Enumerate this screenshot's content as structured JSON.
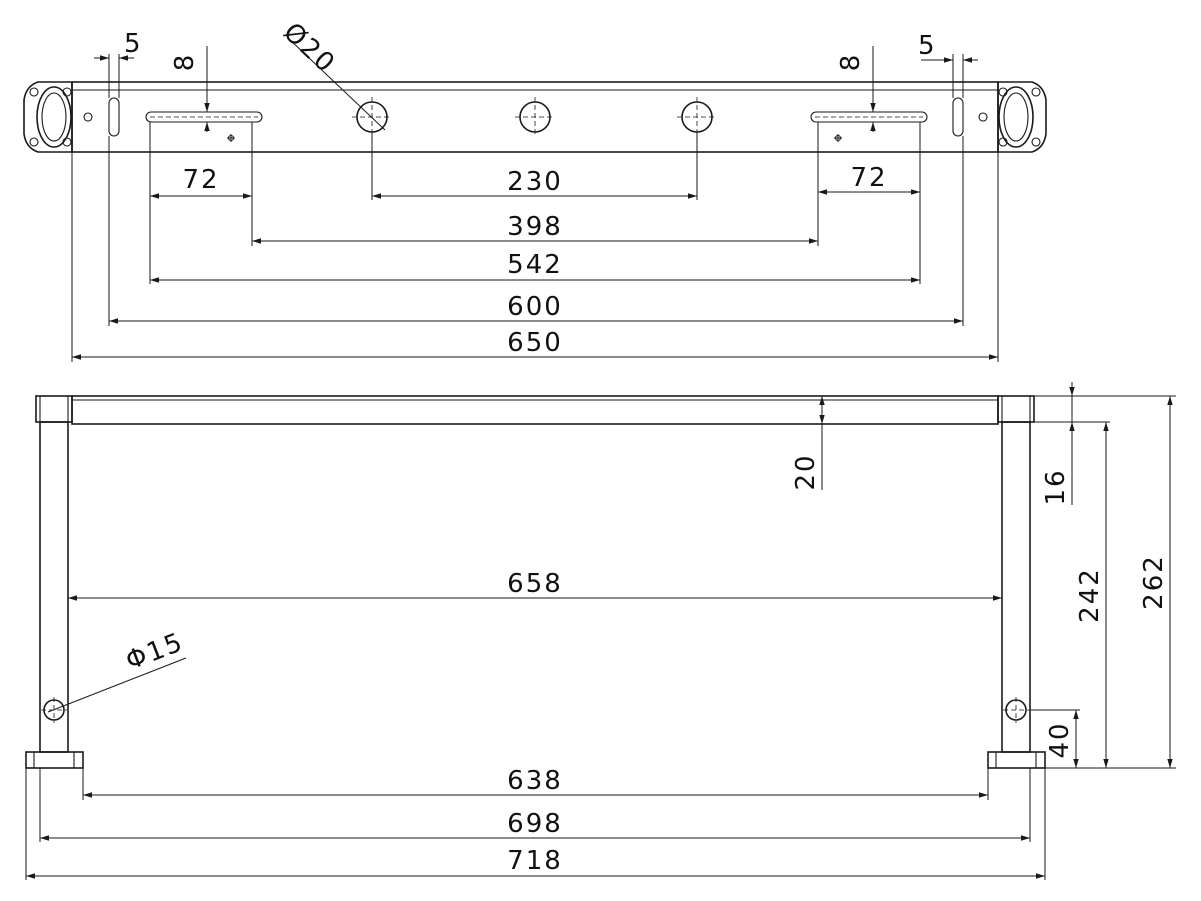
{
  "top_view": {
    "dim_5_left": "5",
    "dim_8_left": "8",
    "dim_dia20": "Ø20",
    "dim_8_right": "8",
    "dim_5_right": "5",
    "dim_72_left": "72",
    "dim_230": "230",
    "dim_72_right": "72",
    "dim_398": "398",
    "dim_542": "542",
    "dim_600": "600",
    "dim_650": "650"
  },
  "front_view": {
    "dim_20": "20",
    "dim_16": "16",
    "dim_658": "658",
    "dim_242": "242",
    "dim_262": "262",
    "dim_dia15": "Φ15",
    "dim_40": "40",
    "dim_638": "638",
    "dim_698": "698",
    "dim_718": "718"
  }
}
